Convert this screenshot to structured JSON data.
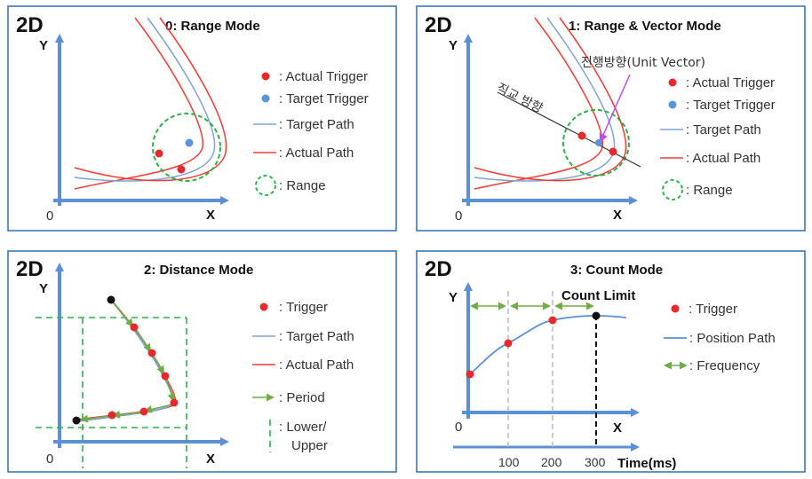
{
  "panels": [
    {
      "tag": "2D",
      "title": "0: Range Mode",
      "y_label": "Y",
      "x_label": "X",
      "origin": "0",
      "legend": [
        ": Actual Trigger",
        ": Target Trigger",
        ": Target Path",
        ": Actual Path",
        ": Range"
      ]
    },
    {
      "tag": "2D",
      "title": "1: Range & Vector Mode",
      "y_label": "Y",
      "x_label": "X",
      "origin": "0",
      "direction_label": "진행방향(Unit Vector)",
      "ortho_label": "직교 방향",
      "legend": [
        ": Actual Trigger",
        ": Target Trigger",
        ": Target Path",
        ": Actual Path",
        ": Range"
      ]
    },
    {
      "tag": "2D",
      "title": "2: Distance Mode",
      "y_label": "Y",
      "x_label": "X",
      "origin": "0",
      "legend": [
        ": Trigger",
        ": Target Path",
        ": Actual Path",
        ": Period",
        ": Lower/",
        "Upper"
      ]
    },
    {
      "tag": "2D",
      "title": "3: Count Mode",
      "y_label": "Y",
      "x_label": "X",
      "origin": "0",
      "count_limit": "Count Limit",
      "time_ticks": [
        "100",
        "200",
        "300"
      ],
      "time_label": "Time(ms)",
      "legend": [
        ": Trigger",
        ": Position Path",
        ": Frequency"
      ]
    }
  ],
  "colors": {
    "axis": "#5b8fd6",
    "target_path": "#7fa3d0",
    "actual_path": "#ef3b35",
    "trigger": "#e8292b",
    "target_trigger": "#5b93dc",
    "range": "#2db24a",
    "period": "#70ad47",
    "border": "#2e6fb4"
  }
}
